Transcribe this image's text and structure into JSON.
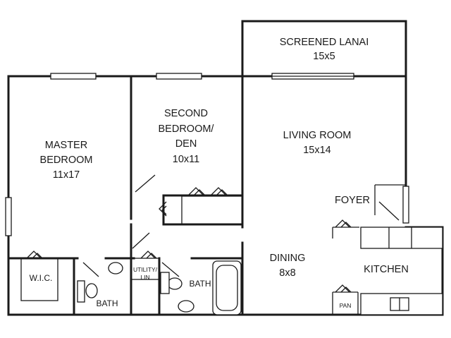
{
  "rooms": {
    "screened_lanai": {
      "name": "SCREENED LANAI",
      "size": "15x5"
    },
    "master_bedroom": {
      "name_line1": "MASTER",
      "name_line2": "BEDROOM",
      "size": "11x17"
    },
    "second_bedroom": {
      "name_line1": "SECOND",
      "name_line2": "BEDROOM/",
      "name_line3": "DEN",
      "size": "10x11"
    },
    "living_room": {
      "name": "LIVING ROOM",
      "size": "15x14"
    },
    "foyer": {
      "name": "FOYER"
    },
    "dining": {
      "name": "DINING",
      "size": "8x8"
    },
    "kitchen": {
      "name": "KITCHEN"
    },
    "wic": {
      "name": "W.I.C."
    },
    "bath_1": {
      "name": "BATH"
    },
    "bath_2": {
      "name": "BATH"
    },
    "utility": {
      "name_line1": "UTILITY/",
      "name_line2": "LIN"
    },
    "pantry": {
      "name": "PAN"
    }
  }
}
